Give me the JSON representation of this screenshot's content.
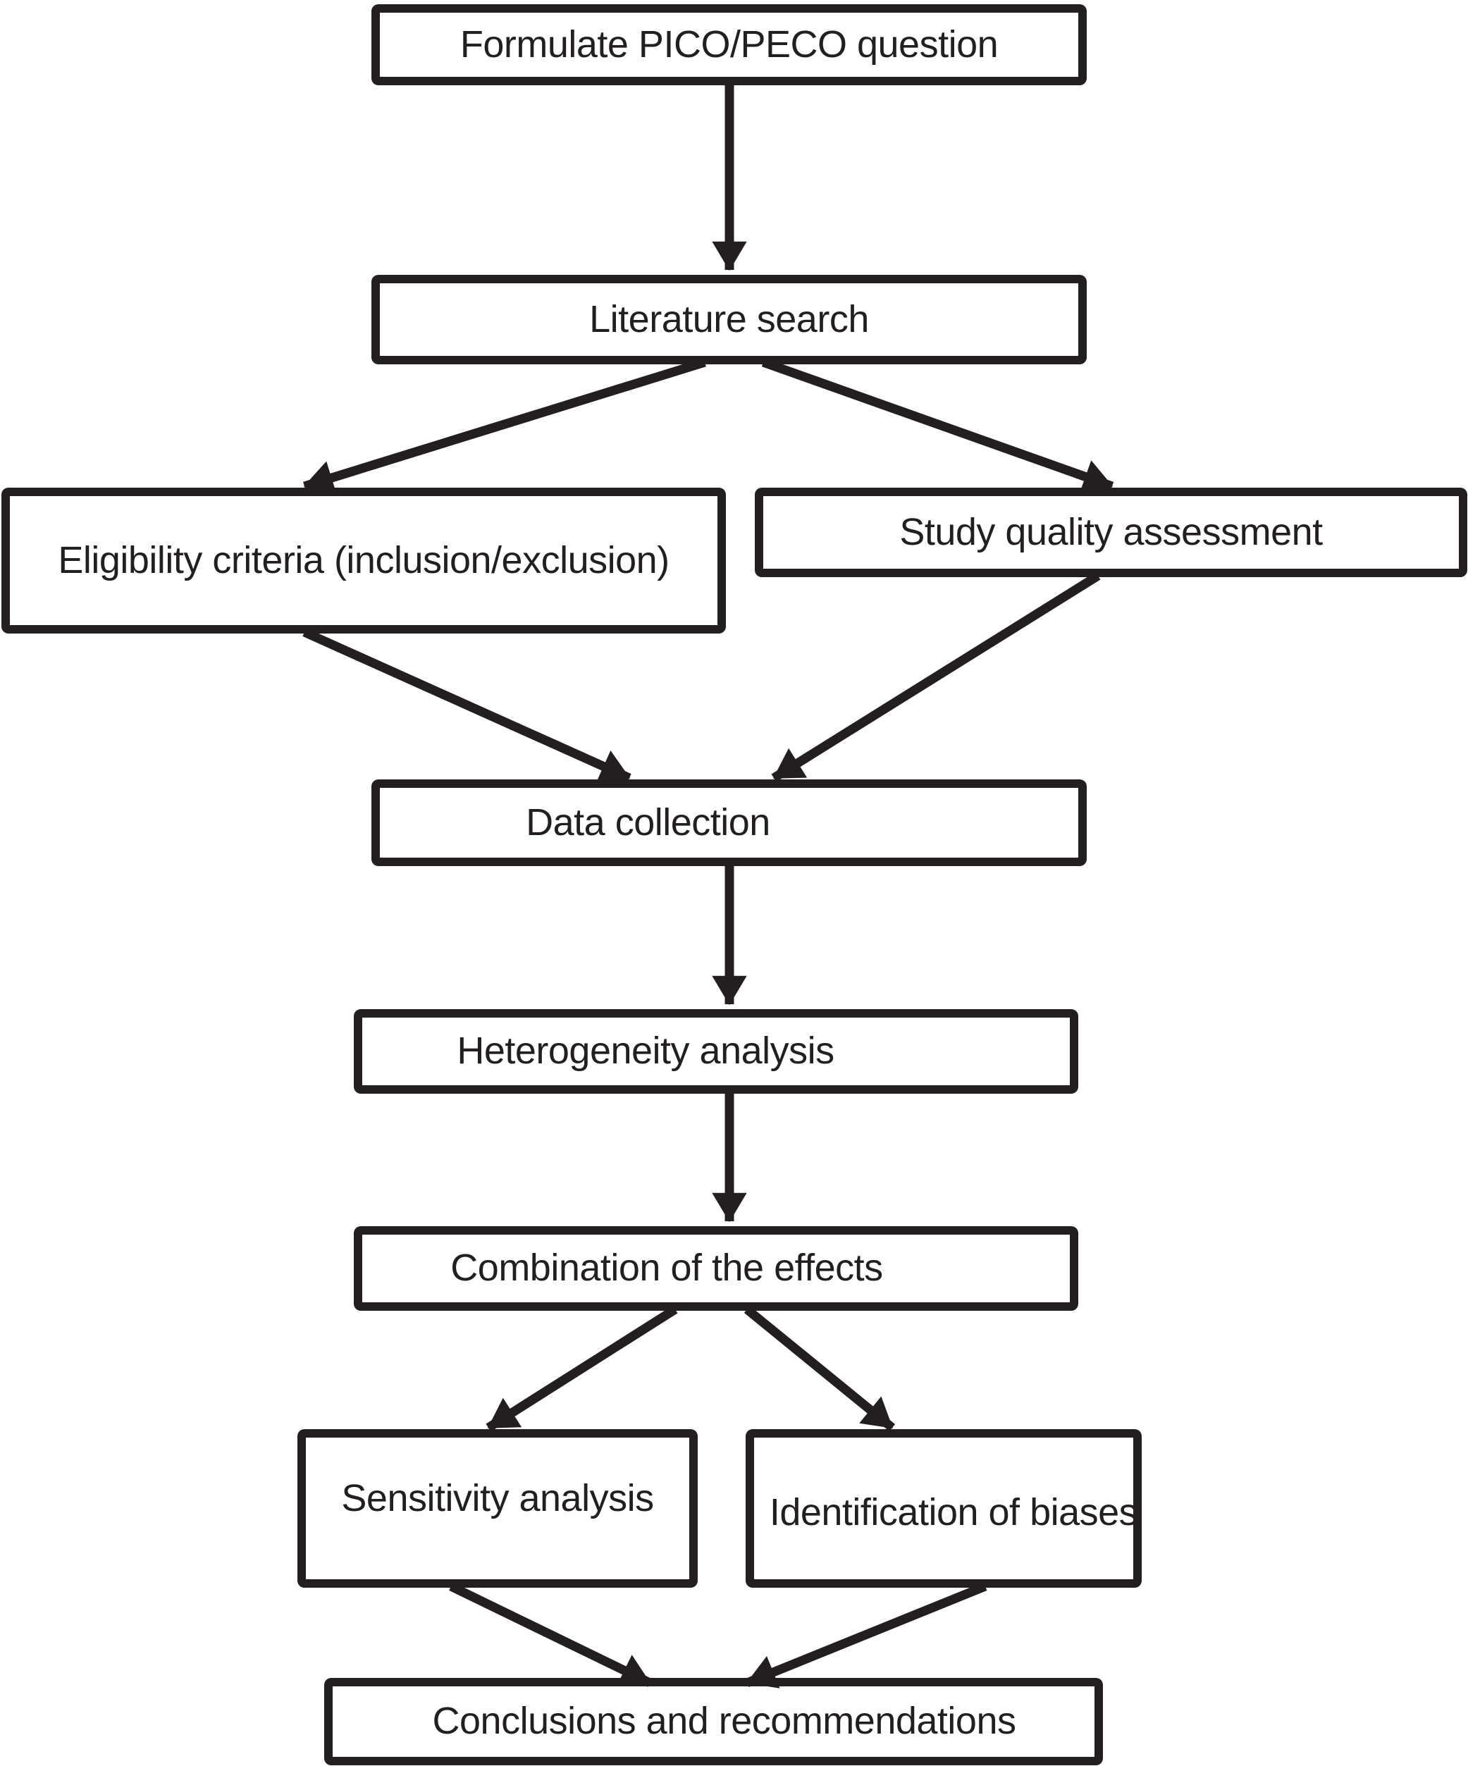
{
  "figure": {
    "kind": "flowchart",
    "colors": {
      "ink": "#231f20",
      "background": "#ffffff"
    }
  },
  "nodes": {
    "formulate": {
      "label": "Formulate PICO/PECO question"
    },
    "literature": {
      "label": "Literature search"
    },
    "eligibility": {
      "label": "Eligibility criteria (inclusion/exclusion)"
    },
    "quality": {
      "label": "Study quality assessment"
    },
    "data": {
      "label": "Data collection"
    },
    "heterogeneity": {
      "label": "Heterogeneity analysis"
    },
    "combination": {
      "label": "Combination of the effects"
    },
    "sensitivity": {
      "label": "Sensitivity analysis"
    },
    "biases": {
      "label": "Identification of biases"
    },
    "conclusions": {
      "label": "Conclusions and recommendations"
    }
  },
  "edges": [
    {
      "from": "Formulate PICO/PECO question",
      "to": "Literature search"
    },
    {
      "from": "Literature search",
      "to": "Eligibility criteria (inclusion/exclusion)"
    },
    {
      "from": "Literature search",
      "to": "Study quality assessment"
    },
    {
      "from": "Eligibility criteria (inclusion/exclusion)",
      "to": "Data collection"
    },
    {
      "from": "Study quality assessment",
      "to": "Data collection"
    },
    {
      "from": "Data collection",
      "to": "Heterogeneity analysis"
    },
    {
      "from": "Heterogeneity analysis",
      "to": "Combination of the effects"
    },
    {
      "from": "Combination of the effects",
      "to": "Sensitivity analysis"
    },
    {
      "from": "Combination of the effects",
      "to": "Identification of biases"
    },
    {
      "from": "Sensitivity analysis",
      "to": "Conclusions and recommendations"
    },
    {
      "from": "Identification of biases",
      "to": "Conclusions and recommendations"
    }
  ]
}
